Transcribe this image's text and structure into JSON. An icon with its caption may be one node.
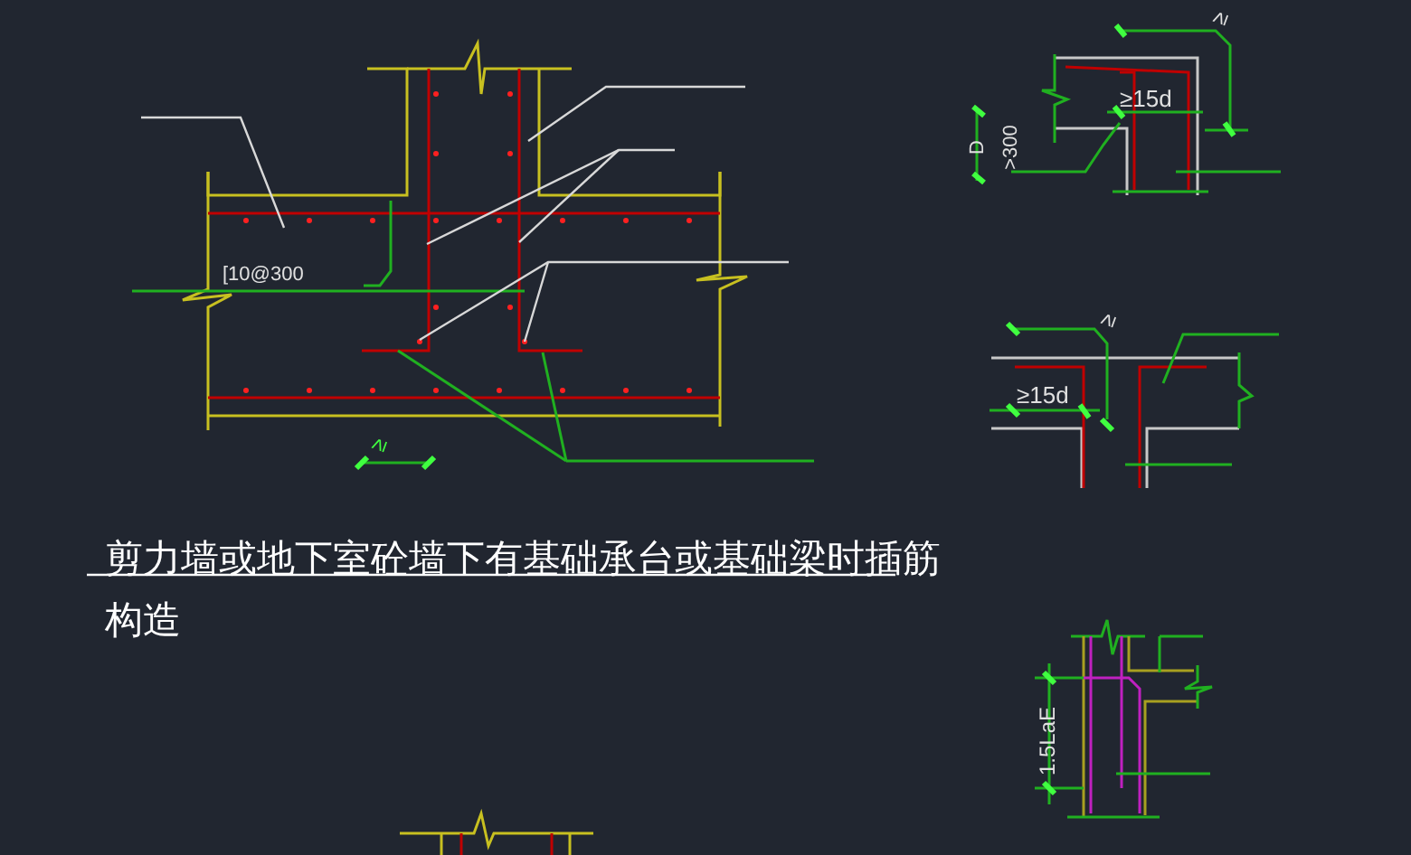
{
  "diagram": {
    "title": "剪力墙或地下室砼墙下有基础承台或基础梁时插筋构造",
    "labels": [
      "[10@300",
      "≥",
      "≥",
      "≥15d",
      "D",
      ">300",
      "≥",
      "≥15d",
      "1.5LaE"
    ]
  }
}
